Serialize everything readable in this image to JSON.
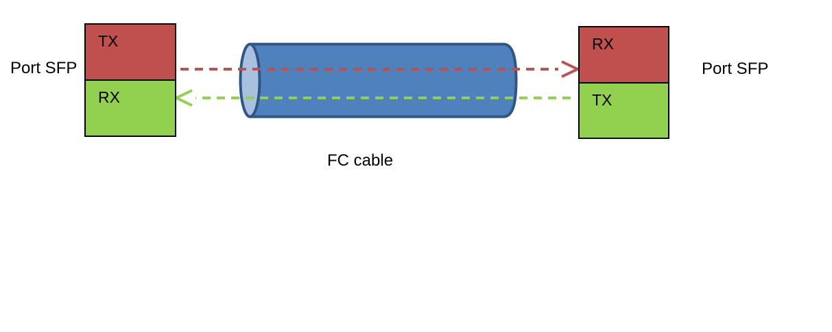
{
  "colors": {
    "red": "#C0504D",
    "green": "#92D050",
    "cylinder-body": "#4F81BD",
    "cylinder-border": "#2E5787",
    "cylinder-face": "#A9C1DF",
    "box-border": "#000000",
    "text": "#000000",
    "background": "#FFFFFF"
  },
  "left_port": {
    "label": "Port SFP",
    "top_cell": "TX",
    "bottom_cell": "RX"
  },
  "right_port": {
    "label": "Port SFP",
    "top_cell": "RX",
    "bottom_cell": "TX"
  },
  "cable": {
    "label": "FC cable"
  }
}
